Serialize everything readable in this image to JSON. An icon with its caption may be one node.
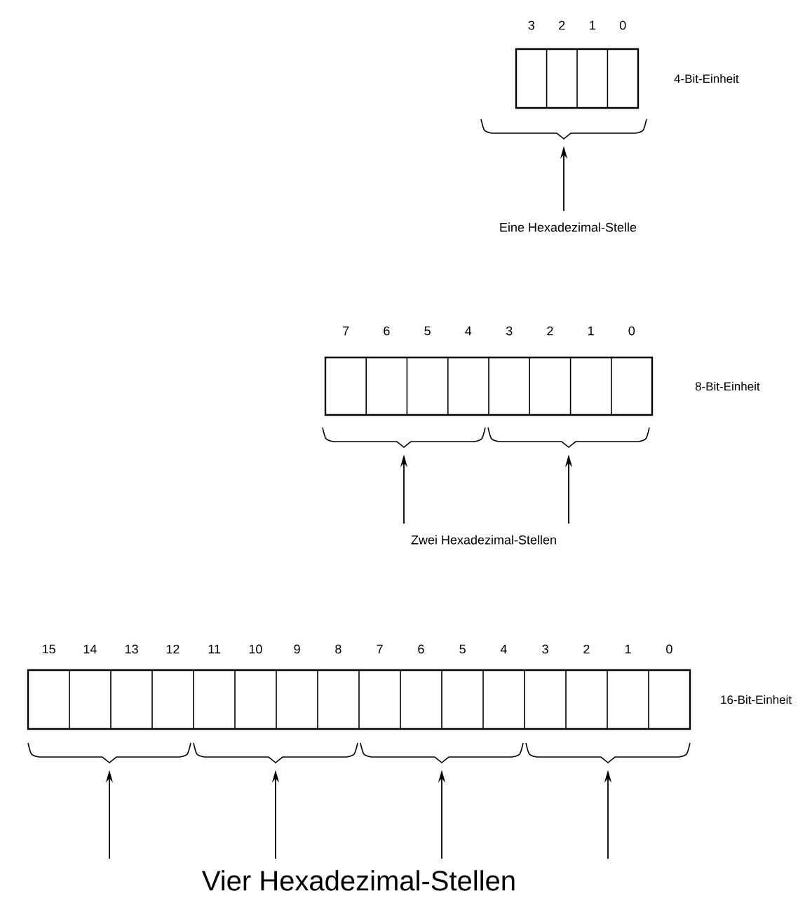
{
  "diagram": {
    "nodes": [
      {
        "text": [],
        "shape": "box",
        "beside": [
          "4-Bit-Einheit"
        ]
      },
      {
        "text": [],
        "shape": "bracket"
      },
      {
        "text": [
          "Eine Hexadezimal-Stelle"
        ]
      },
      {
        "text": [],
        "shape": "box",
        "beside": [
          "8-Bit-Einheit"
        ]
      },
      {
        "text": [],
        "shape": "bracket"
      },
      {
        "text": [],
        "shape": "bracket"
      },
      {
        "text": [
          "Zwei Hexadezimal-Stellen"
        ]
      },
      {
        "text": [],
        "shape": "box",
        "beside": [
          "16-Bit-Einheit"
        ]
      },
      {
        "text": [],
        "shape": "bracket"
      },
      {
        "text": [],
        "shape": "bracket"
      },
      {
        "text": [],
        "shape": "bracket"
      },
      {
        "text": [],
        "shape": "bracket"
      },
      {
        "text": [
          "Vier Hexadezimal-Stellen"
        ]
      }
    ],
    "edges": [
      {
        "from": 2,
        "to": 1,
        "arrow": "to"
      },
      {
        "from": 6,
        "to": 4,
        "arrow": "to"
      },
      {
        "from": 6,
        "to": 5,
        "arrow": "to"
      },
      {
        "from": 12,
        "to": 8,
        "arrow": "to"
      },
      {
        "from": 12,
        "to": 9,
        "arrow": "to"
      },
      {
        "from": 12,
        "to": 10,
        "arrow": "to"
      },
      {
        "from": 12,
        "to": 11,
        "arrow": "to"
      }
    ],
    "labels": [
      "3",
      "2",
      "1",
      "0",
      "7",
      "6",
      "5",
      "4",
      "3",
      "2",
      "1",
      "0",
      "15",
      "14",
      "13",
      "12",
      "11",
      "10",
      "9",
      "8",
      "7",
      "6",
      "5",
      "4",
      "3",
      "2",
      "1",
      "0"
    ]
  }
}
